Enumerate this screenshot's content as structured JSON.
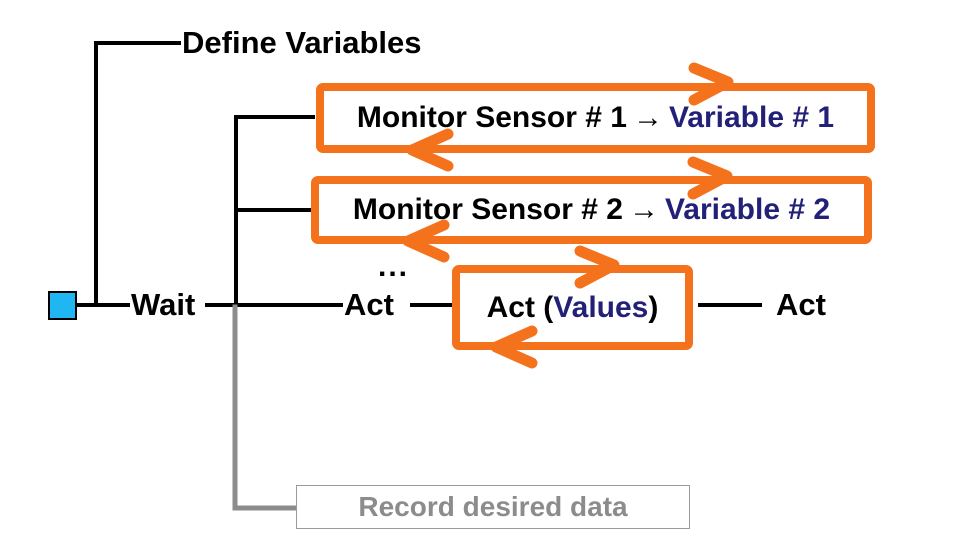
{
  "diagram": {
    "title": "Sensor monitoring and control loop flow diagram",
    "colors": {
      "loop_border": "#F4721B",
      "variable_text": "#232177",
      "start_square": "#1FB6F2",
      "record_text": "#8C8C8C",
      "record_border": "#9A9A9A",
      "wire_black": "#000000",
      "wire_gray": "#8C8C8C"
    },
    "nodes": {
      "start": {
        "name": "start-marker",
        "label": ""
      },
      "define_variables": {
        "label": "Define Variables"
      },
      "wait": {
        "label": "Wait"
      },
      "act_left": {
        "label": "Act"
      },
      "act_right": {
        "label": "Act"
      },
      "ellipsis": {
        "label": "..."
      }
    },
    "loop_boxes": [
      {
        "id": "monitor-sensor-1",
        "prefix": "Monitor Sensor # 1",
        "arrow": "→",
        "suffix": "Variable # 1"
      },
      {
        "id": "monitor-sensor-2",
        "prefix": "Monitor Sensor # 2",
        "arrow": "→",
        "suffix": "Variable # 2"
      },
      {
        "id": "act-values",
        "prefix": "Act (",
        "arrow": "",
        "suffix": "Values",
        "tail": ")"
      }
    ],
    "record_box": {
      "id": "record-desired-data",
      "label": "Record desired data"
    }
  }
}
